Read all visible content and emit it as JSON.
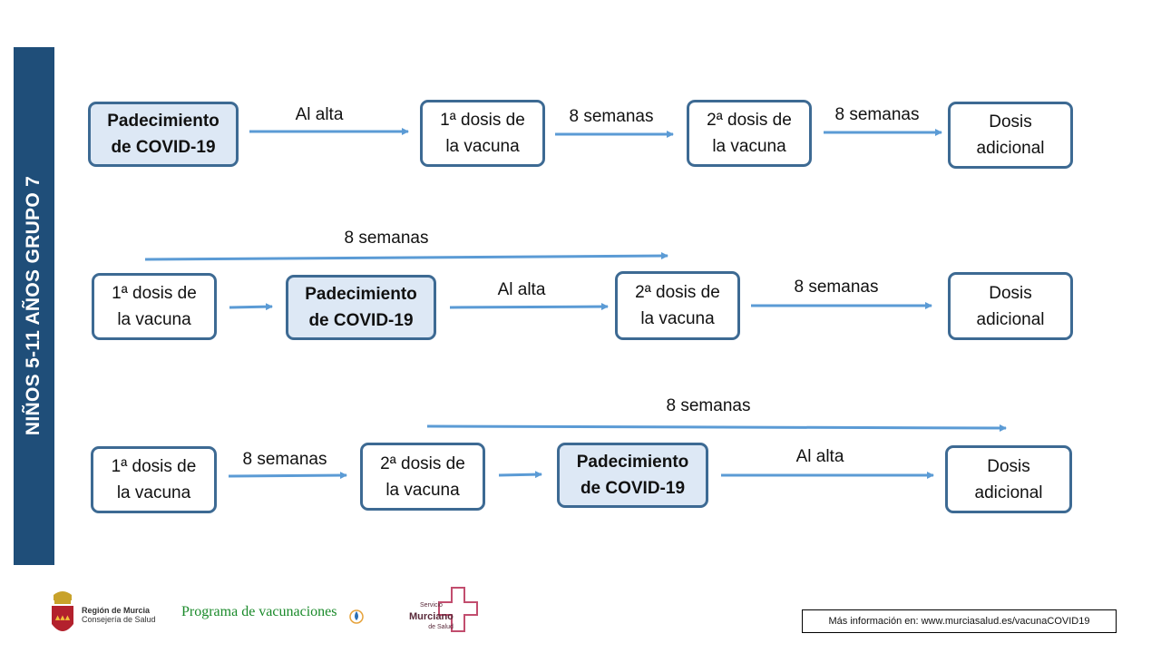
{
  "side_title": "NIÑOS 5-11 AÑOS GRUPO 7",
  "rows": [
    {
      "nodes": [
        {
          "lines": [
            "Padecimiento",
            "de COVID-19"
          ],
          "highlight": true
        },
        {
          "lines": [
            "1ª dosis de",
            "la vacuna"
          ],
          "highlight": false
        },
        {
          "lines": [
            "2ª dosis de",
            "la vacuna"
          ],
          "highlight": false
        },
        {
          "lines": [
            "Dosis",
            "adicional"
          ],
          "highlight": false
        }
      ],
      "labels": [
        "Al alta",
        "8 semanas",
        "8 semanas"
      ]
    },
    {
      "top_label": "8 semanas",
      "nodes": [
        {
          "lines": [
            "1ª dosis de",
            "la vacuna"
          ],
          "highlight": false
        },
        {
          "lines": [
            "Padecimiento",
            "de COVID-19"
          ],
          "highlight": true
        },
        {
          "lines": [
            "2ª dosis de",
            "la vacuna"
          ],
          "highlight": false
        },
        {
          "lines": [
            "Dosis",
            "adicional"
          ],
          "highlight": false
        }
      ],
      "labels": [
        "Al alta",
        "8 semanas"
      ]
    },
    {
      "top_label": "8 semanas",
      "nodes": [
        {
          "lines": [
            "1ª dosis de",
            "la vacuna"
          ],
          "highlight": false
        },
        {
          "lines": [
            "2ª dosis de",
            "la vacuna"
          ],
          "highlight": false
        },
        {
          "lines": [
            "Padecimiento",
            "de COVID-19"
          ],
          "highlight": true
        },
        {
          "lines": [
            "Dosis",
            "adicional"
          ],
          "highlight": false
        }
      ],
      "labels": [
        "8 semanas",
        "Al alta"
      ]
    }
  ],
  "footer": {
    "region_name": "Región de Murcia",
    "region_sub": "Consejería de Salud",
    "programa": "Programa de vacunaciones",
    "sms_line1": "Servicio",
    "sms_line2": "Murciano",
    "sms_line3": "de Salud",
    "info": "Más información en: www.murciasalud.es/vacunaCOVID19"
  },
  "colors": {
    "sidebar": "#1f4e79",
    "arrow": "#5b9bd5",
    "node_border": "#3d6a93",
    "highlight_fill": "#dde8f5"
  }
}
